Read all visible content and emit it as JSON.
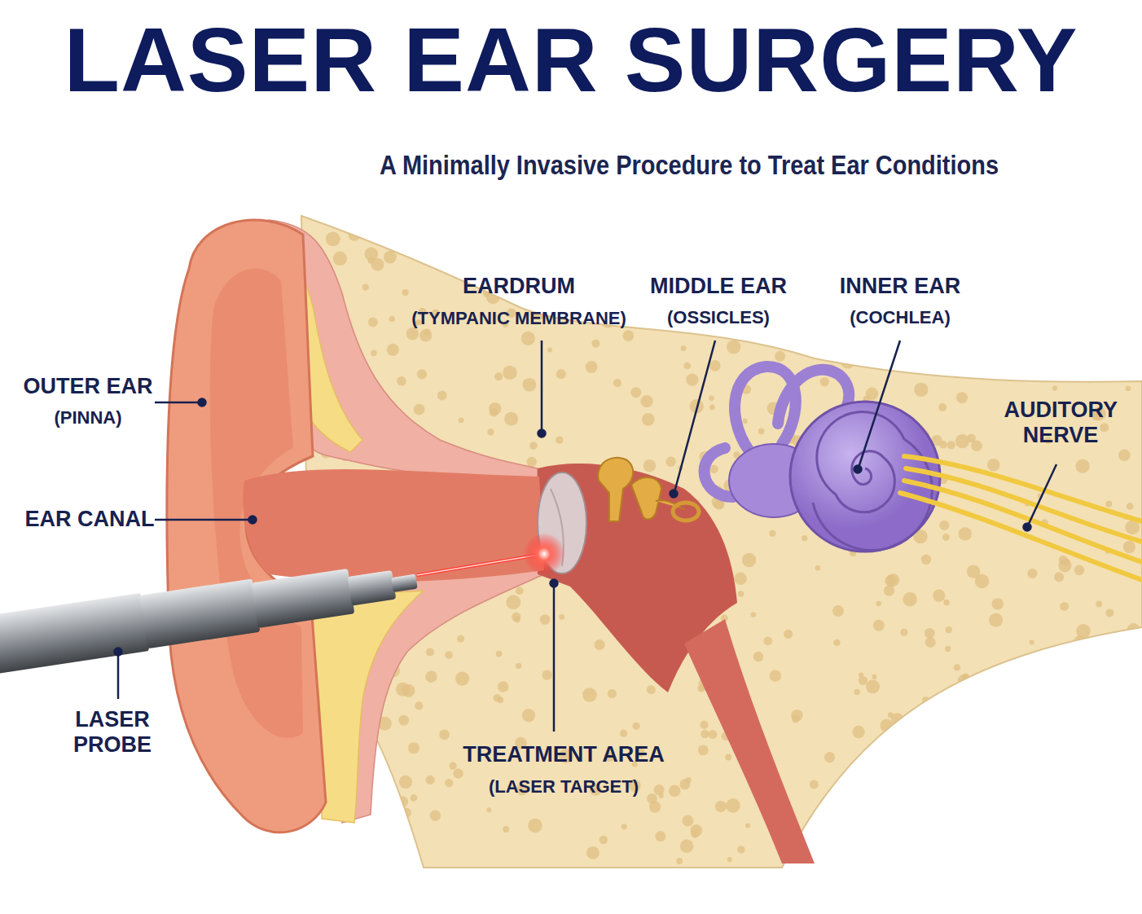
{
  "diagram": {
    "title": "LASER EAR SURGERY",
    "labels": [
      "A Minimally Invasive Procedure to Treat Ear Conditions",
      "OUTER EAR",
      "(PINNA)",
      "EAR CANAL",
      "LASER PROBE",
      "EARDRUM",
      "(TYMPANIC MEMBRANE)",
      "MIDDLE EAR",
      "(OSSICLES)",
      "INNER EAR",
      "(COCHLEA)",
      "AUDITORY NERVE",
      "TREATMENT AREA",
      "(LASER TARGET)"
    ]
  }
}
